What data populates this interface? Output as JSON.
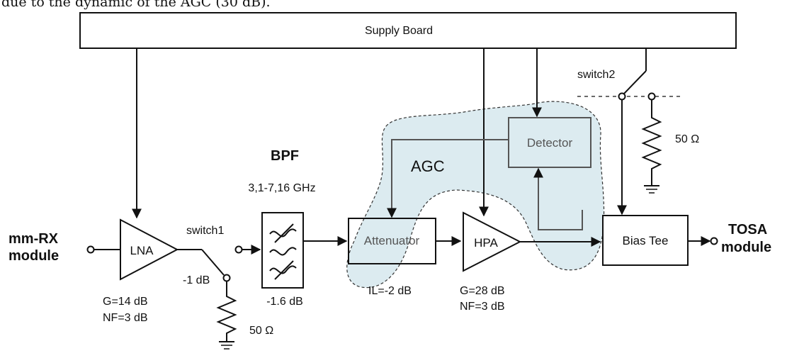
{
  "caption": "due to the dynamic of the AGC (30 dB).",
  "supply": {
    "label": "Supply Board"
  },
  "input_module": {
    "line1": "mm-RX",
    "line2": "module"
  },
  "output_module": {
    "line1": "TOSA",
    "line2": "module"
  },
  "lna": {
    "label": "LNA",
    "gain": "G=14 dB",
    "nf": "NF=3 dB"
  },
  "switch1": {
    "label": "switch1",
    "loss": "-1 dB",
    "load": "50 Ω"
  },
  "bpf": {
    "title": "BPF",
    "band": "3,1-7,16 GHz",
    "loss": "-1.6 dB"
  },
  "agc": {
    "label": "AGC"
  },
  "attenuator": {
    "label": "Attenuator",
    "il": "IL=-2 dB"
  },
  "detector": {
    "label": "Detector"
  },
  "hpa": {
    "label": "HPA",
    "gain": "G=28 dB",
    "nf": "NF=3 dB"
  },
  "switch2": {
    "label": "switch2",
    "load": "50 Ω"
  },
  "bias_tee": {
    "label": "Bias Tee"
  },
  "colors": {
    "agc_fill": "#dcebf0",
    "line": "#111111",
    "gray_block": "#555555"
  }
}
